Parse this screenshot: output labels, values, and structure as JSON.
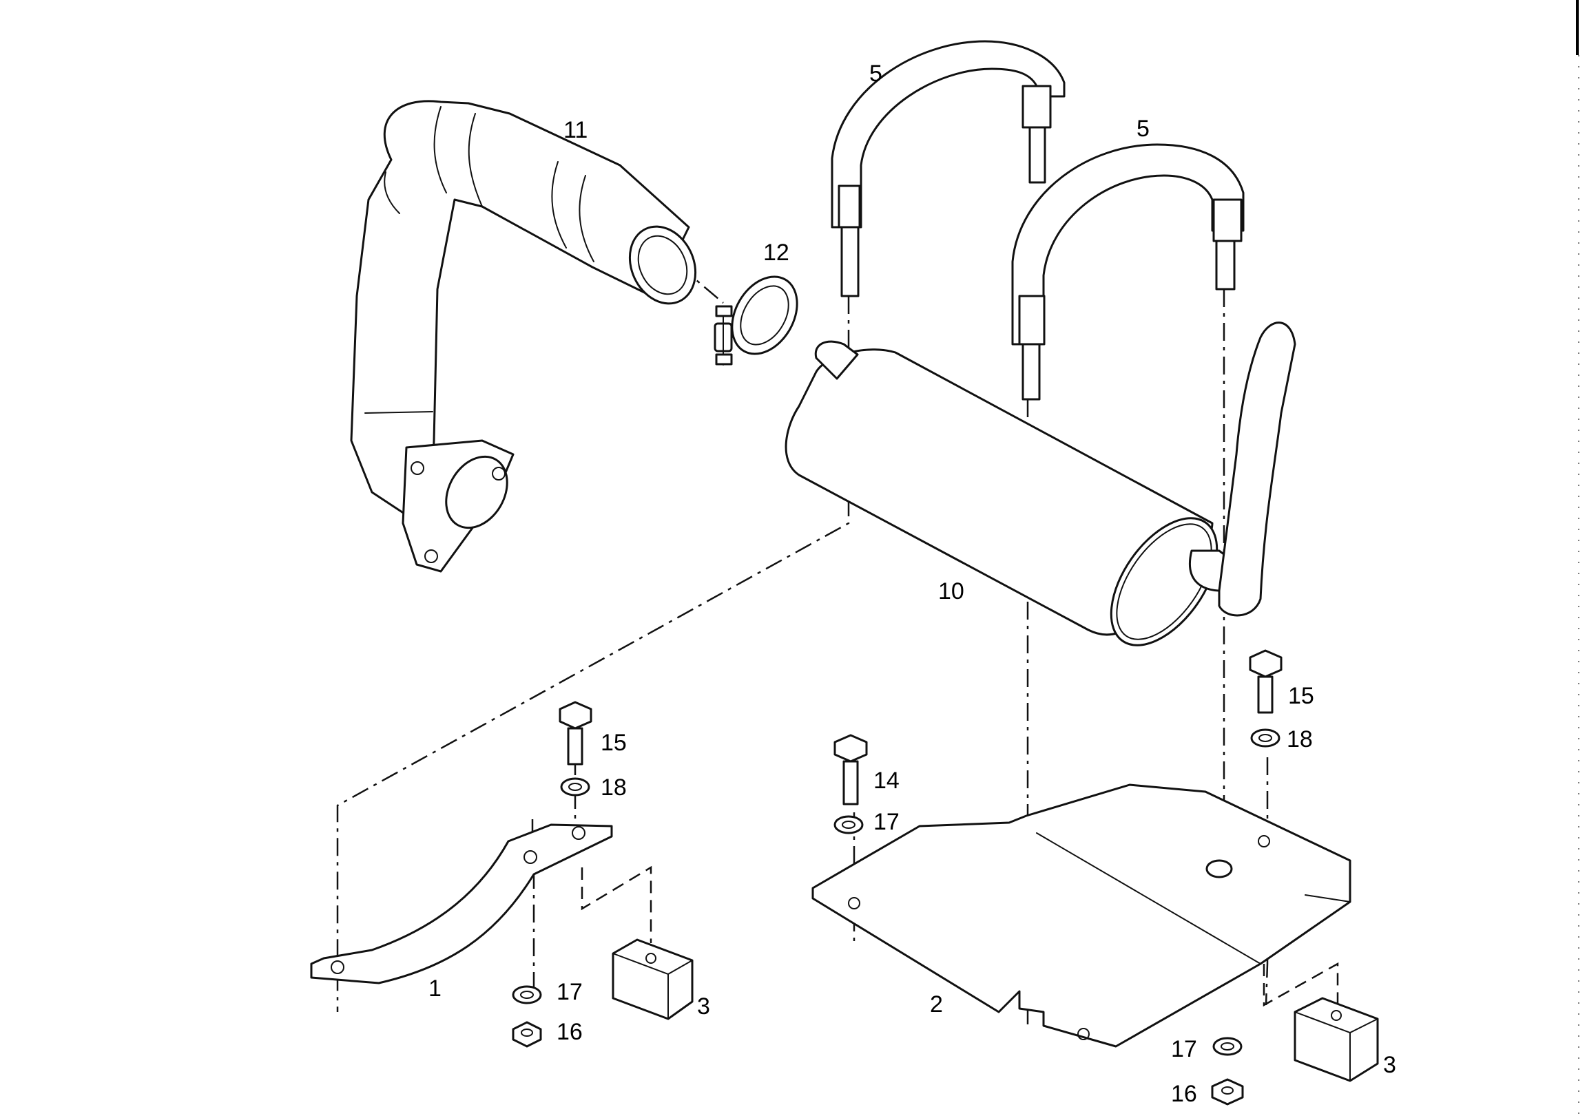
{
  "diagram": {
    "callouts": {
      "bracket_left": "1",
      "plate": "2",
      "block_left": "3",
      "block_right": "3",
      "u_bolt_left": "5",
      "u_bolt_right": "5",
      "muffler": "10",
      "exhaust_pipe": "11",
      "clamp": "12",
      "bolt_mid": "14",
      "bolt_left": "15",
      "bolt_right": "15",
      "nut_left": "16",
      "nut_right": "16",
      "washer_left_lower": "17",
      "washer_mid": "17",
      "washer_right_lower": "17",
      "washer_left_upper": "18",
      "washer_right_upper": "18"
    }
  }
}
